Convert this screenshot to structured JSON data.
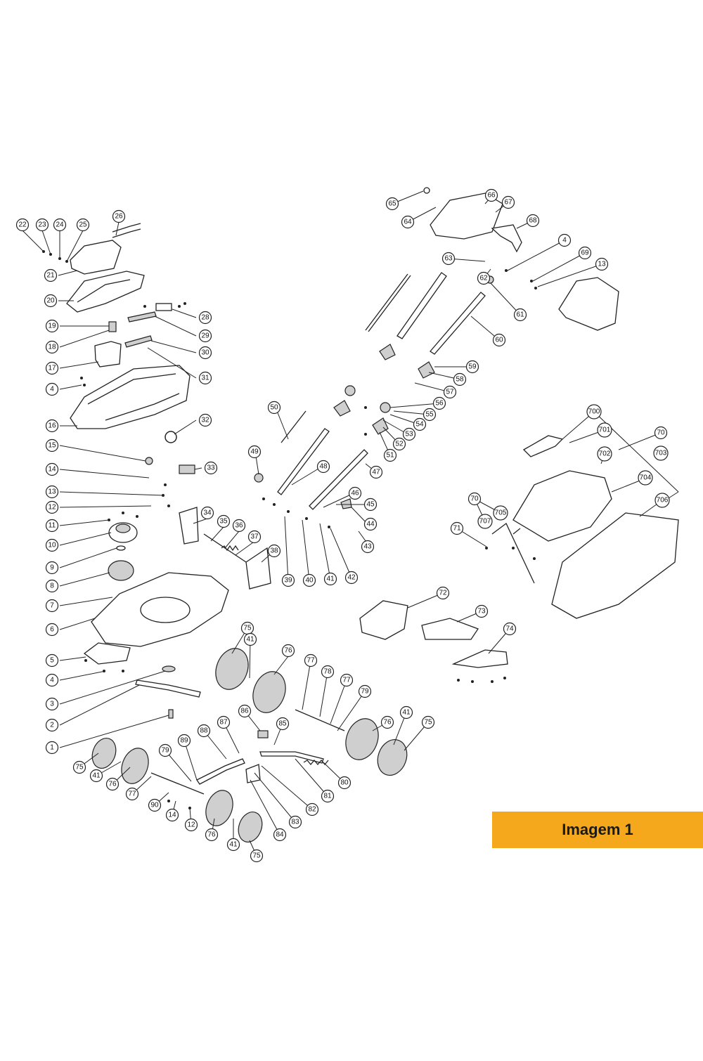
{
  "image_label": "Imagem 1",
  "callouts": [
    {
      "id": "c22",
      "label": "22"
    },
    {
      "id": "c23",
      "label": "23"
    },
    {
      "id": "c24",
      "label": "24"
    },
    {
      "id": "c25",
      "label": "25"
    },
    {
      "id": "c26",
      "label": "26"
    },
    {
      "id": "c21",
      "label": "21"
    },
    {
      "id": "c20",
      "label": "20"
    },
    {
      "id": "c19",
      "label": "19"
    },
    {
      "id": "c18",
      "label": "18"
    },
    {
      "id": "c17",
      "label": "17"
    },
    {
      "id": "c4a",
      "label": "4"
    },
    {
      "id": "c16",
      "label": "16"
    },
    {
      "id": "c28",
      "label": "28"
    },
    {
      "id": "c29",
      "label": "29"
    },
    {
      "id": "c30",
      "label": "30"
    },
    {
      "id": "c31",
      "label": "31"
    },
    {
      "id": "c32",
      "label": "32"
    },
    {
      "id": "c15",
      "label": "15"
    },
    {
      "id": "c14a",
      "label": "14"
    },
    {
      "id": "c13a",
      "label": "13"
    },
    {
      "id": "c12a",
      "label": "12"
    },
    {
      "id": "c33",
      "label": "33"
    },
    {
      "id": "c11",
      "label": "11"
    },
    {
      "id": "c10",
      "label": "10"
    },
    {
      "id": "c9",
      "label": "9"
    },
    {
      "id": "c8",
      "label": "8"
    },
    {
      "id": "c7",
      "label": "7"
    },
    {
      "id": "c6",
      "label": "6"
    },
    {
      "id": "c5",
      "label": "5"
    },
    {
      "id": "c4b",
      "label": "4"
    },
    {
      "id": "c3",
      "label": "3"
    },
    {
      "id": "c2",
      "label": "2"
    },
    {
      "id": "c1",
      "label": "1"
    },
    {
      "id": "c34",
      "label": "34"
    },
    {
      "id": "c35",
      "label": "35"
    },
    {
      "id": "c36",
      "label": "36"
    },
    {
      "id": "c37",
      "label": "37"
    },
    {
      "id": "c38",
      "label": "38"
    },
    {
      "id": "c39",
      "label": "39"
    },
    {
      "id": "c40",
      "label": "40"
    },
    {
      "id": "c41a",
      "label": "41"
    },
    {
      "id": "c42",
      "label": "42"
    },
    {
      "id": "c43",
      "label": "43"
    },
    {
      "id": "c44",
      "label": "44"
    },
    {
      "id": "c45",
      "label": "45"
    },
    {
      "id": "c46",
      "label": "46"
    },
    {
      "id": "c47",
      "label": "47"
    },
    {
      "id": "c48",
      "label": "48"
    },
    {
      "id": "c49",
      "label": "49"
    },
    {
      "id": "c50",
      "label": "50"
    },
    {
      "id": "c51",
      "label": "51"
    },
    {
      "id": "c52",
      "label": "52"
    },
    {
      "id": "c53",
      "label": "53"
    },
    {
      "id": "c54",
      "label": "54"
    },
    {
      "id": "c55",
      "label": "55"
    },
    {
      "id": "c56",
      "label": "56"
    },
    {
      "id": "c57",
      "label": "57"
    },
    {
      "id": "c58",
      "label": "58"
    },
    {
      "id": "c59",
      "label": "59"
    },
    {
      "id": "c60",
      "label": "60"
    },
    {
      "id": "c61",
      "label": "61"
    },
    {
      "id": "c62",
      "label": "62"
    },
    {
      "id": "c63",
      "label": "63"
    },
    {
      "id": "c64",
      "label": "64"
    },
    {
      "id": "c65",
      "label": "65"
    },
    {
      "id": "c66",
      "label": "66"
    },
    {
      "id": "c67",
      "label": "67"
    },
    {
      "id": "c68",
      "label": "68"
    },
    {
      "id": "c4c",
      "label": "4"
    },
    {
      "id": "c69",
      "label": "69"
    },
    {
      "id": "c13b",
      "label": "13"
    },
    {
      "id": "c70a",
      "label": "70"
    },
    {
      "id": "c70b",
      "label": "70"
    },
    {
      "id": "c71",
      "label": "71"
    },
    {
      "id": "c72",
      "label": "72"
    },
    {
      "id": "c73",
      "label": "73"
    },
    {
      "id": "c74",
      "label": "74"
    },
    {
      "id": "c75a",
      "label": "75"
    },
    {
      "id": "c41b",
      "label": "41"
    },
    {
      "id": "c76a",
      "label": "76"
    },
    {
      "id": "c77a",
      "label": "77"
    },
    {
      "id": "c78",
      "label": "78"
    },
    {
      "id": "c77b",
      "label": "77"
    },
    {
      "id": "c79a",
      "label": "79"
    },
    {
      "id": "c76b",
      "label": "76"
    },
    {
      "id": "c41c",
      "label": "41"
    },
    {
      "id": "c75b",
      "label": "75"
    },
    {
      "id": "c86",
      "label": "86"
    },
    {
      "id": "c85",
      "label": "85"
    },
    {
      "id": "c87",
      "label": "87"
    },
    {
      "id": "c88",
      "label": "88"
    },
    {
      "id": "c89",
      "label": "89"
    },
    {
      "id": "c79b",
      "label": "79"
    },
    {
      "id": "c80",
      "label": "80"
    },
    {
      "id": "c81",
      "label": "81"
    },
    {
      "id": "c82",
      "label": "82"
    },
    {
      "id": "c83",
      "label": "83"
    },
    {
      "id": "c84",
      "label": "84"
    },
    {
      "id": "c75c",
      "label": "75"
    },
    {
      "id": "c41d",
      "label": "41"
    },
    {
      "id": "c76c",
      "label": "76"
    },
    {
      "id": "c77c",
      "label": "77"
    },
    {
      "id": "c90",
      "label": "90"
    },
    {
      "id": "c14b",
      "label": "14"
    },
    {
      "id": "c12b",
      "label": "12"
    },
    {
      "id": "c76d",
      "label": "76"
    },
    {
      "id": "c41e",
      "label": "41"
    },
    {
      "id": "c75d",
      "label": "75"
    },
    {
      "id": "c700",
      "label": "700"
    },
    {
      "id": "c701",
      "label": "701"
    },
    {
      "id": "c702",
      "label": "702"
    },
    {
      "id": "c703",
      "label": "703"
    },
    {
      "id": "c704",
      "label": "704"
    },
    {
      "id": "c705",
      "label": "705"
    },
    {
      "id": "c706",
      "label": "706"
    },
    {
      "id": "c707",
      "label": "707"
    }
  ]
}
